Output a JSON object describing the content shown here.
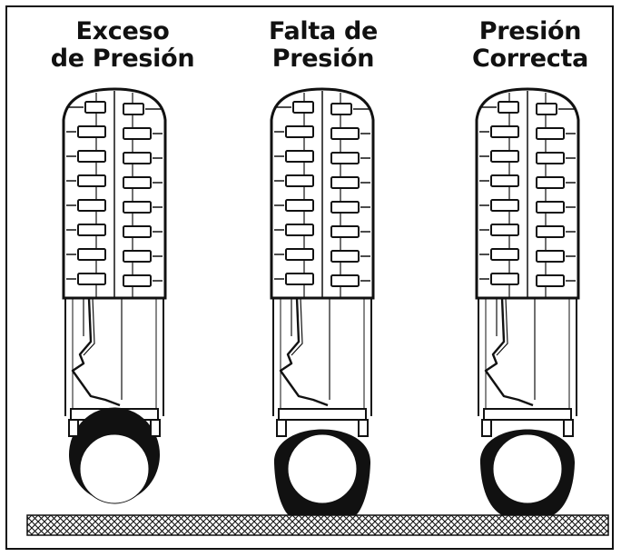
{
  "panels": [
    {
      "id": "over",
      "line1": "Exceso",
      "line2": "de Presión"
    },
    {
      "id": "under",
      "line1": "Falta de",
      "line2": "Presión"
    },
    {
      "id": "correct",
      "line1": "Presión",
      "line2": "Correcta"
    }
  ]
}
